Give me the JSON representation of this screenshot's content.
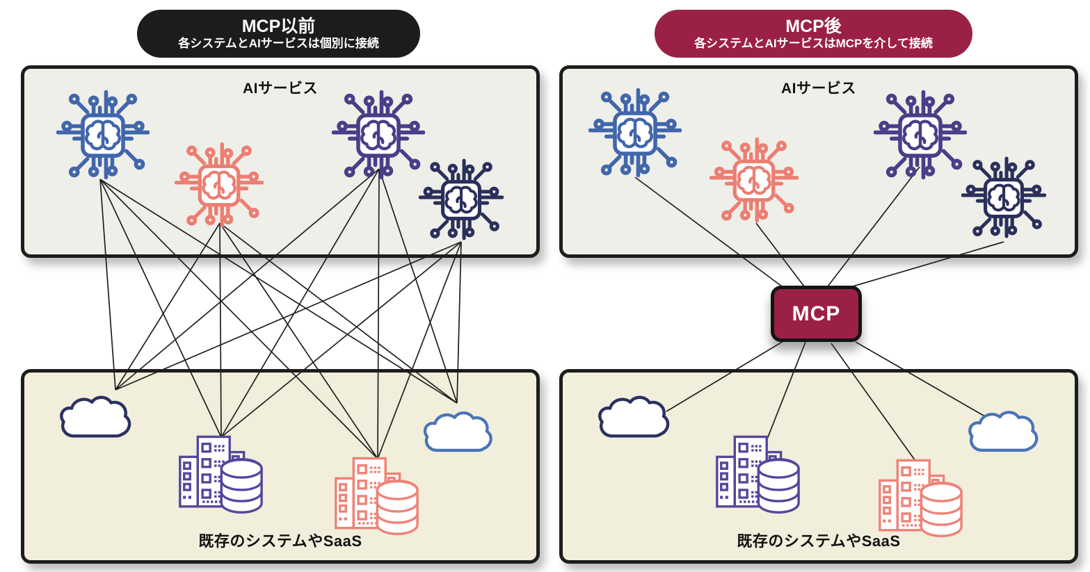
{
  "colors": {
    "badge_black": "#1c1c1c",
    "maroon": "#9a2145",
    "ai_blue": "#4166ac",
    "ai_salmon": "#ec7e72",
    "ai_purple": "#4b3d88",
    "ai_navy": "#2a2f5b",
    "cloud_navy": "#2b3060",
    "cloud_blue": "#4a74b8",
    "servers_purple": "#54479a",
    "servers_salmon": "#ee8276",
    "box_top_bg": "#efefe9",
    "box_bottom_bg": "#f1eedb",
    "line": "#1f1f1f",
    "label_text": "#111111",
    "badge_text": "#ffffff"
  },
  "icons": {
    "ai": "ai-chip-icon",
    "cloud": "cloud-icon",
    "systems": "servers-database-icon"
  },
  "left": {
    "badge": {
      "title": "MCP以前",
      "subtitle": "各システムとAIサービスは個別に接続"
    },
    "ai_box_label": "AIサービス",
    "systems_box_label": "既存のシステムやSaaS",
    "connections": [
      [
        "ai-blue",
        "cloud-navy"
      ],
      [
        "ai-blue",
        "servers-purple"
      ],
      [
        "ai-blue",
        "servers-salmon"
      ],
      [
        "ai-blue",
        "cloud-blue"
      ],
      [
        "ai-salmon",
        "cloud-navy"
      ],
      [
        "ai-salmon",
        "servers-purple"
      ],
      [
        "ai-salmon",
        "servers-salmon"
      ],
      [
        "ai-salmon",
        "cloud-blue"
      ],
      [
        "ai-purple",
        "cloud-navy"
      ],
      [
        "ai-purple",
        "servers-purple"
      ],
      [
        "ai-purple",
        "servers-salmon"
      ],
      [
        "ai-purple",
        "cloud-blue"
      ],
      [
        "ai-navy",
        "cloud-navy"
      ],
      [
        "ai-navy",
        "servers-purple"
      ],
      [
        "ai-navy",
        "servers-salmon"
      ],
      [
        "ai-navy",
        "cloud-blue"
      ]
    ]
  },
  "right": {
    "badge": {
      "title": "MCP後",
      "subtitle": "各システムとAIサービスはMCPを介して接続"
    },
    "ai_box_label": "AIサービス",
    "systems_box_label": "既存のシステムやSaaS",
    "mcp_label": "MCP",
    "connections_ai_to_mcp": [
      [
        "ai-blue",
        "mcp-top-1"
      ],
      [
        "ai-salmon",
        "mcp-top-2"
      ],
      [
        "ai-purple",
        "mcp-top-3"
      ],
      [
        "ai-navy",
        "mcp-top-4"
      ]
    ],
    "connections_mcp_to_systems": [
      [
        "mcp-bottom-1",
        "cloud-navy"
      ],
      [
        "mcp-bottom-2",
        "servers-purple"
      ],
      [
        "mcp-bottom-3",
        "servers-salmon"
      ],
      [
        "mcp-bottom-4",
        "cloud-blue"
      ]
    ]
  }
}
